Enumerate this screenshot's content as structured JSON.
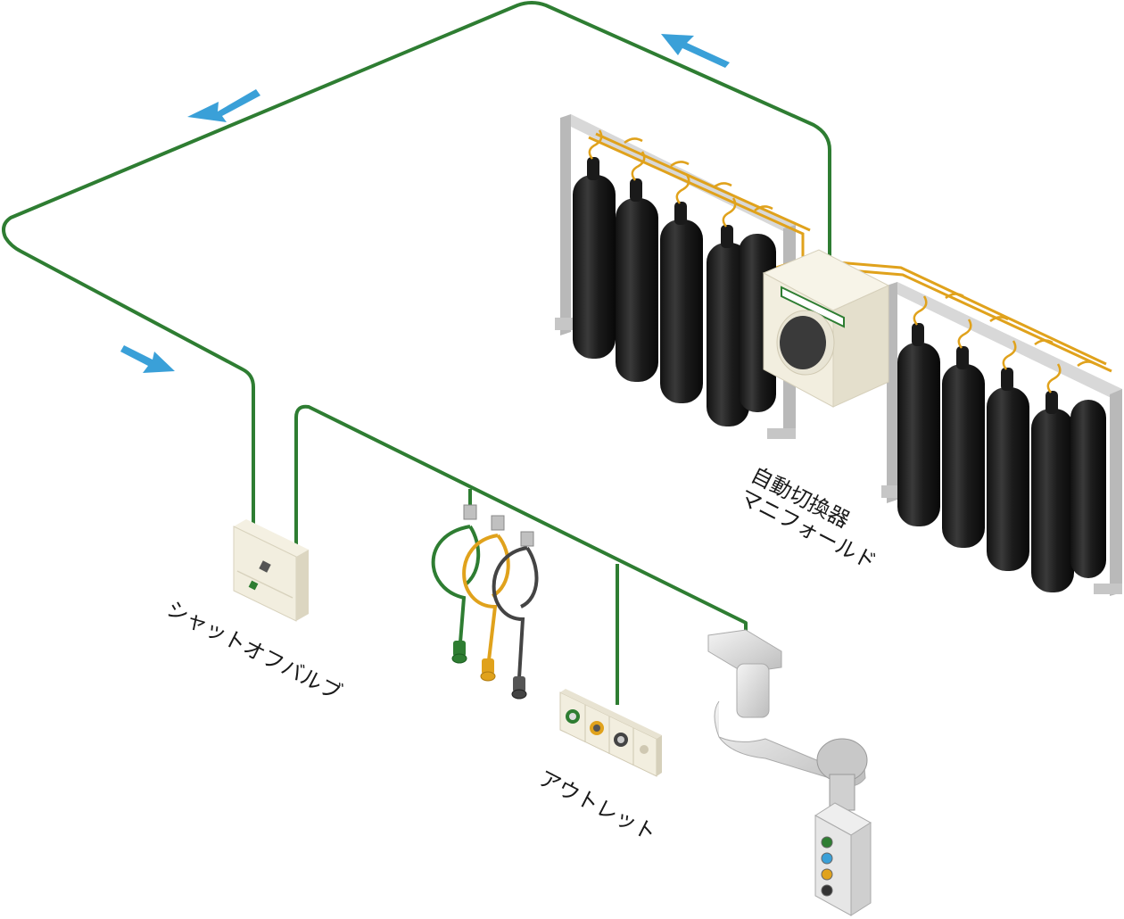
{
  "labels": {
    "manifold_line1": "自動切換器",
    "manifold_line2": "マニフォールド",
    "shutoff_valve": "シャットオフバルブ",
    "outlet": "アウトレット"
  },
  "colors": {
    "pipe": "#2e7d32",
    "arrow": "#3aa0d8",
    "copper": "#e0a21c",
    "cylinder": "#202020",
    "rack": "#c8c8c8",
    "cream": "#f2eedf"
  }
}
